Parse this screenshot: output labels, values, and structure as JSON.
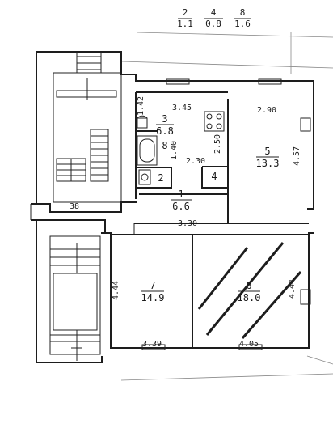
{
  "legend": [
    {
      "room": "2",
      "area": "1.1"
    },
    {
      "room": "4",
      "area": "0.8"
    },
    {
      "room": "8",
      "area": "1.6"
    }
  ],
  "rooms": [
    {
      "id": "room-1",
      "number": "1",
      "area": "6.6"
    },
    {
      "id": "room-2",
      "number": "2",
      "area": ""
    },
    {
      "id": "room-3",
      "number": "3",
      "area": "6.8"
    },
    {
      "id": "room-4",
      "number": "4",
      "area": ""
    },
    {
      "id": "room-5",
      "number": "5",
      "area": "13.3"
    },
    {
      "id": "room-6",
      "number": "6",
      "area": "18.0"
    },
    {
      "id": "room-7",
      "number": "7",
      "area": "14.9"
    },
    {
      "id": "room-8",
      "number": "8",
      "area": ""
    }
  ],
  "dimensions": {
    "d_345": "3.45",
    "d_290": "2.90",
    "d_142": "1.42",
    "d_250": "2.50",
    "d_457": "4.57",
    "d_140": "1.40",
    "d_230": "2.30",
    "d_330": "3.30",
    "d_38": "38",
    "d_444_left": "4.44",
    "d_444_right": "4.44",
    "d_339": "3.39",
    "d_405": "4.05"
  }
}
